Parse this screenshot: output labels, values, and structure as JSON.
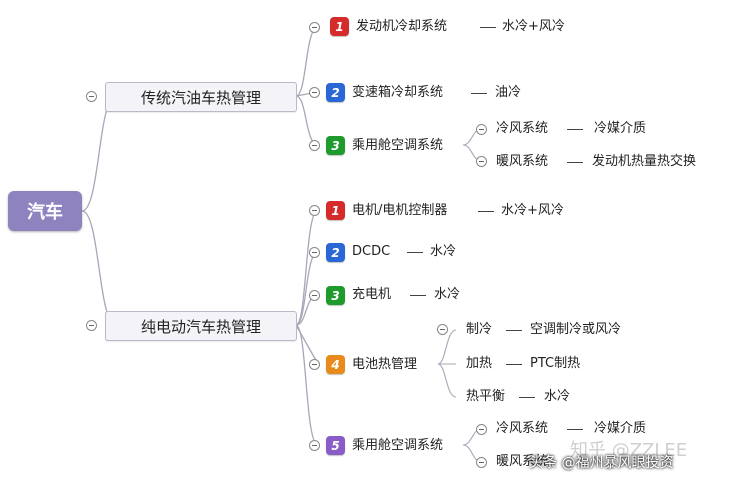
{
  "root": {
    "label": "汽车"
  },
  "branches": [
    {
      "label": "传统汽油车热管理",
      "items": [
        {
          "num": "1",
          "color": "#d62b2b",
          "label": "发动机冷却系统",
          "value": "水冷+风冷"
        },
        {
          "num": "2",
          "color": "#2b66d6",
          "label": "变速箱冷却系统",
          "value": "油冷"
        },
        {
          "num": "3",
          "color": "#1f9a2c",
          "label": "乘用舱空调系统",
          "subs": [
            {
              "label": "冷风系统",
              "value": "冷媒介质"
            },
            {
              "label": "暖风系统",
              "value": "发动机热量热交换"
            }
          ]
        }
      ]
    },
    {
      "label": "纯电动汽车热管理",
      "items": [
        {
          "num": "1",
          "color": "#d62b2b",
          "label": "电机/电机控制器",
          "value": "水冷+风冷"
        },
        {
          "num": "2",
          "color": "#2b66d6",
          "label": "DCDC",
          "value": "水冷"
        },
        {
          "num": "3",
          "color": "#1f9a2c",
          "label": "充电机",
          "value": "水冷"
        },
        {
          "num": "4",
          "color": "#e98b1c",
          "label": "电池热管理",
          "subs": [
            {
              "label": "制冷",
              "value": "空调制冷或风冷"
            },
            {
              "label": "加热",
              "value": "PTC制热"
            },
            {
              "label": "热平衡",
              "value": "水冷"
            }
          ]
        },
        {
          "num": "5",
          "color": "#8a5cc8",
          "label": "乘用舱空调系统",
          "subs": [
            {
              "label": "冷风系统",
              "value": "冷媒介质"
            },
            {
              "label": "暖风系统",
              "value": ""
            }
          ]
        }
      ]
    }
  ],
  "watermarks": {
    "zhihu": "知乎 @ZZLEE",
    "toutiao": "头条 @福州暴风眼投资"
  }
}
